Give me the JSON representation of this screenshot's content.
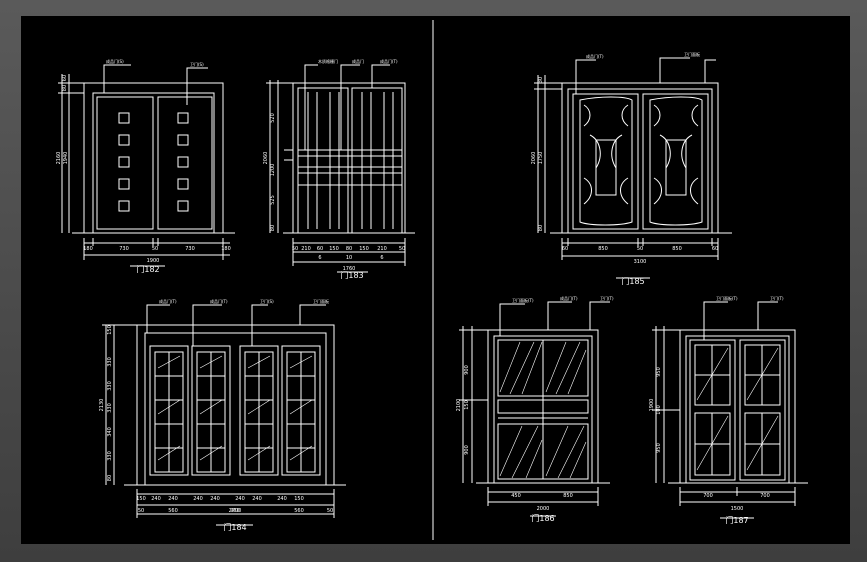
{
  "colors": {
    "background": "#000000",
    "line": "#ffffff",
    "frame": "#4d4d4d"
  },
  "doors": {
    "d2": {
      "label": "门182",
      "dims_bottom": [
        "180",
        "730",
        "50",
        "730",
        "180"
      ],
      "dims_total": "1900",
      "dims_left": [
        "60",
        "80",
        "2160",
        "1940"
      ],
      "callouts": [
        "成品门(S)",
        "卫门(S)"
      ]
    },
    "d3": {
      "label": "门183",
      "dims_bottom": [
        "50",
        "210",
        "60",
        "150",
        "80",
        "150",
        "210",
        "50"
      ],
      "dims_sub": [
        "6",
        "10",
        "6"
      ],
      "dims_total": "1760",
      "dims_left": [
        "2060",
        "520",
        "1200",
        "525",
        "80"
      ],
      "callouts": [
        "木质格栅门",
        "成品门",
        "成品门(T)"
      ]
    },
    "d5": {
      "label": "门185",
      "dims_bottom": [
        "60",
        "850",
        "50",
        "850",
        "60"
      ],
      "dims_total": "3100",
      "dims_left": [
        "2060",
        "30",
        "1750",
        "80"
      ],
      "callouts": [
        "成品门(T)",
        "卫门面板"
      ]
    },
    "d4": {
      "label": "门184",
      "dims_bottom": [
        "150",
        "240",
        "240",
        "240",
        "240",
        "240",
        "240",
        "240",
        "150"
      ],
      "dims_sub": [
        "50",
        "560",
        "960",
        "560",
        "50"
      ],
      "dims_total": "2700",
      "dims_left": [
        "150",
        "2130",
        "330",
        "330",
        "330",
        "340",
        "330",
        "80"
      ],
      "callouts": [
        "成品门(T)",
        "成品门(T)",
        "卫门(S)",
        "卫门面板"
      ]
    },
    "d6": {
      "label": "门186",
      "dims_bottom": [
        "450",
        "850"
      ],
      "dims_total": "2000",
      "dims_left": [
        "900",
        "2100",
        "150",
        "900"
      ],
      "callouts": [
        "卫门面板(T)",
        "成品门(T)",
        "卫门(T)"
      ]
    },
    "d7": {
      "label": "门187",
      "dims_bottom": [
        "700",
        "700"
      ],
      "dims_total": "1500",
      "dims_left": [
        "950",
        "1900",
        "100",
        "950"
      ],
      "callouts": [
        "卫门面板(T)",
        "卫门(T)"
      ]
    }
  }
}
